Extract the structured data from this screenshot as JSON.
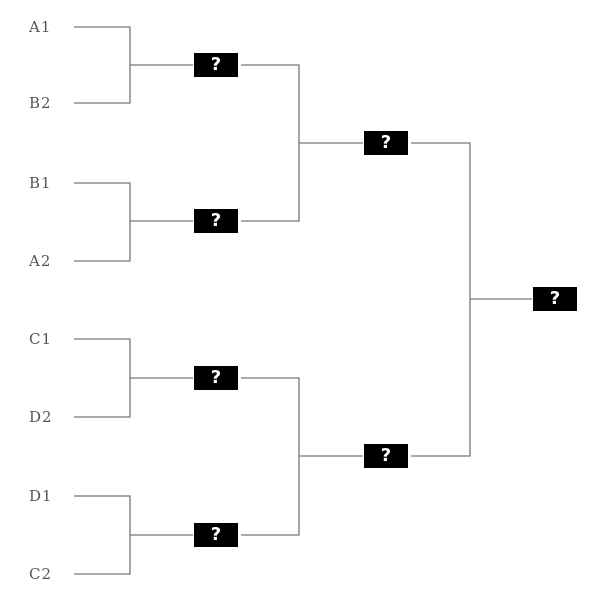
{
  "bracket": {
    "round1": {
      "teams": [
        "A1",
        "B2",
        "B1",
        "A2",
        "C1",
        "D2",
        "D1",
        "C2"
      ]
    },
    "round2": {
      "winners": [
        "?",
        "?",
        "?",
        "?"
      ]
    },
    "semifinals": {
      "winners": [
        "?",
        "?"
      ]
    },
    "final": {
      "winner": "?"
    }
  },
  "colors": {
    "line": "#777777",
    "label_text": "#555555",
    "box_background": "#000000",
    "box_text": "#ffffff"
  }
}
